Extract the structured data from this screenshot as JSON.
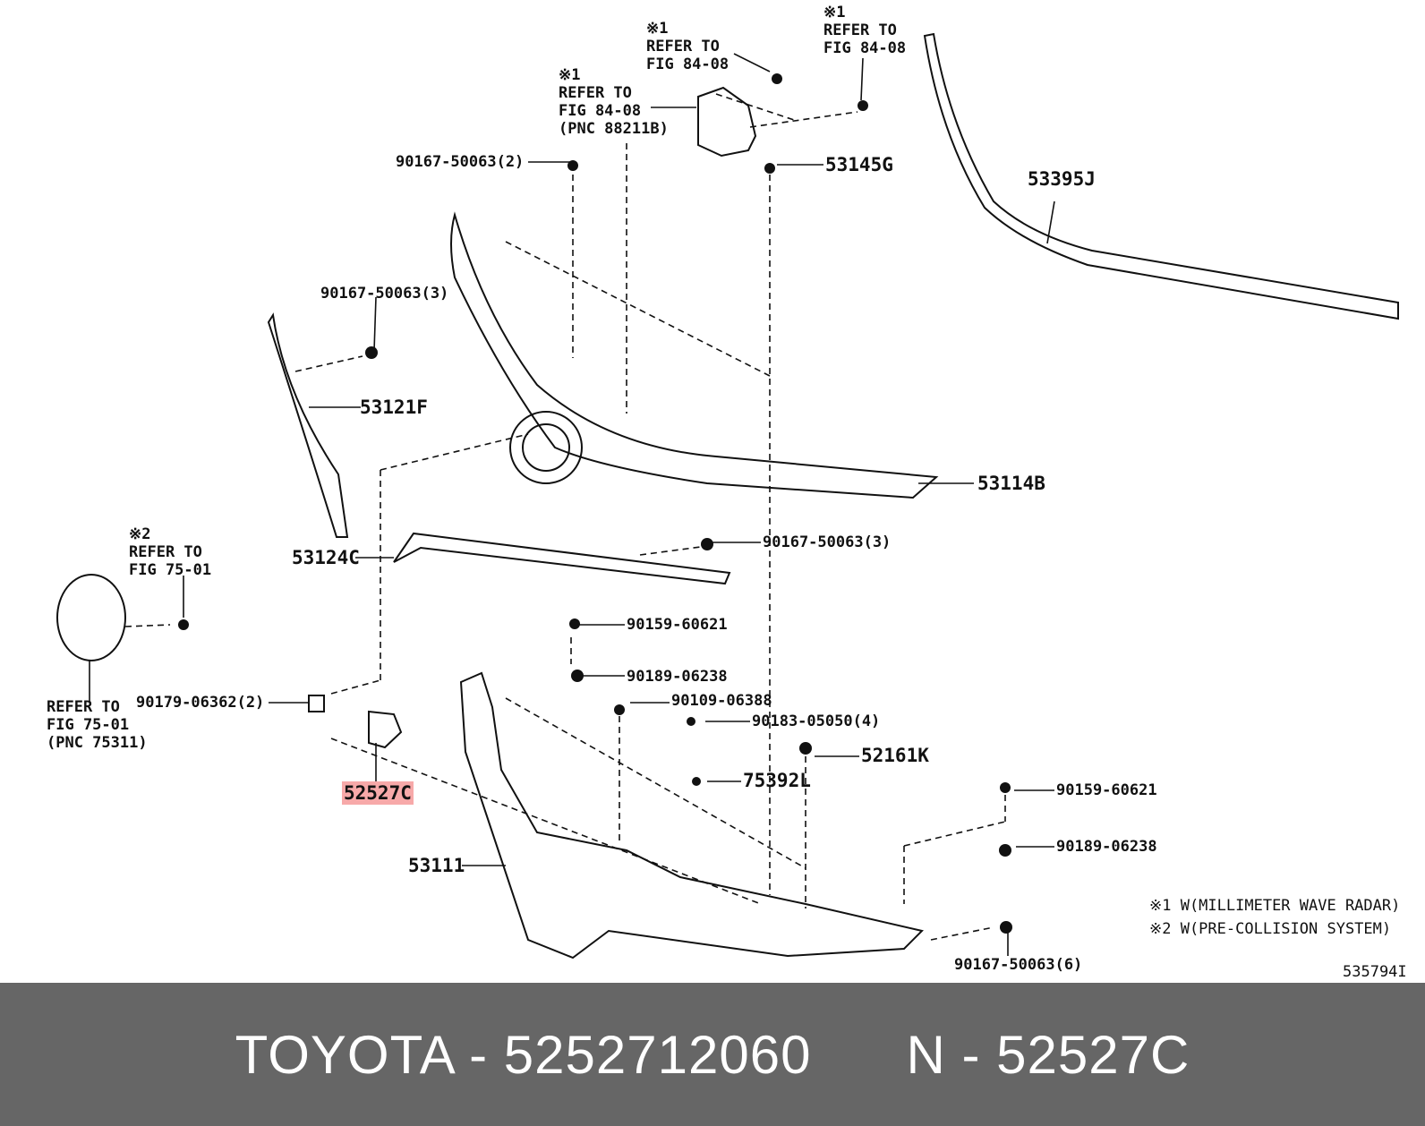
{
  "labels": {
    "p53395J": "53395J",
    "p53145G": "53145G",
    "p90167_top": "90167-50063(2)",
    "p90167_left": "90167-50063(3)",
    "p53121F": "53121F",
    "p53114B": "53114B",
    "p53124C": "53124C",
    "p90167_mid": "90167-50063(3)",
    "p90159_a": "90159-60621",
    "p90189_a": "90189-06238",
    "p90109": "90109-06388",
    "p90183": "90183-05050(4)",
    "p52161K": "52161K",
    "p75392L": "75392L",
    "p90179": "90179-06362(2)",
    "p52527C": "52527C",
    "p90159_b": "90159-60621",
    "p90189_b": "90189-06238",
    "p53111": "53111",
    "p90167_bot": "90167-50063(6)",
    "diagram_id": "535794I"
  },
  "notes": {
    "ref_radar_1": "※1\nREFER TO\nFIG 84-08",
    "ref_radar_2": "※1\nREFER TO\nFIG 84-08",
    "ref_radar_pnc": "※1\nREFER TO\nFIG 84-08\n(PNC 88211B)",
    "ref_pcs": "※2\nREFER TO\nFIG 75-01",
    "ref_pcs_pnc": "REFER TO\nFIG 75-01\n(PNC 75311)"
  },
  "legend": {
    "note1": "※1 W(MILLIMETER WAVE RADAR)",
    "note2": "※2 W(PRE-COLLISION SYSTEM)"
  },
  "footer": {
    "text": "TOYOTA - 5252712060      N - 52527C"
  },
  "colors": {
    "highlight": "#f7a9a9",
    "footer_bg": "#666666",
    "ink": "#111111"
  }
}
